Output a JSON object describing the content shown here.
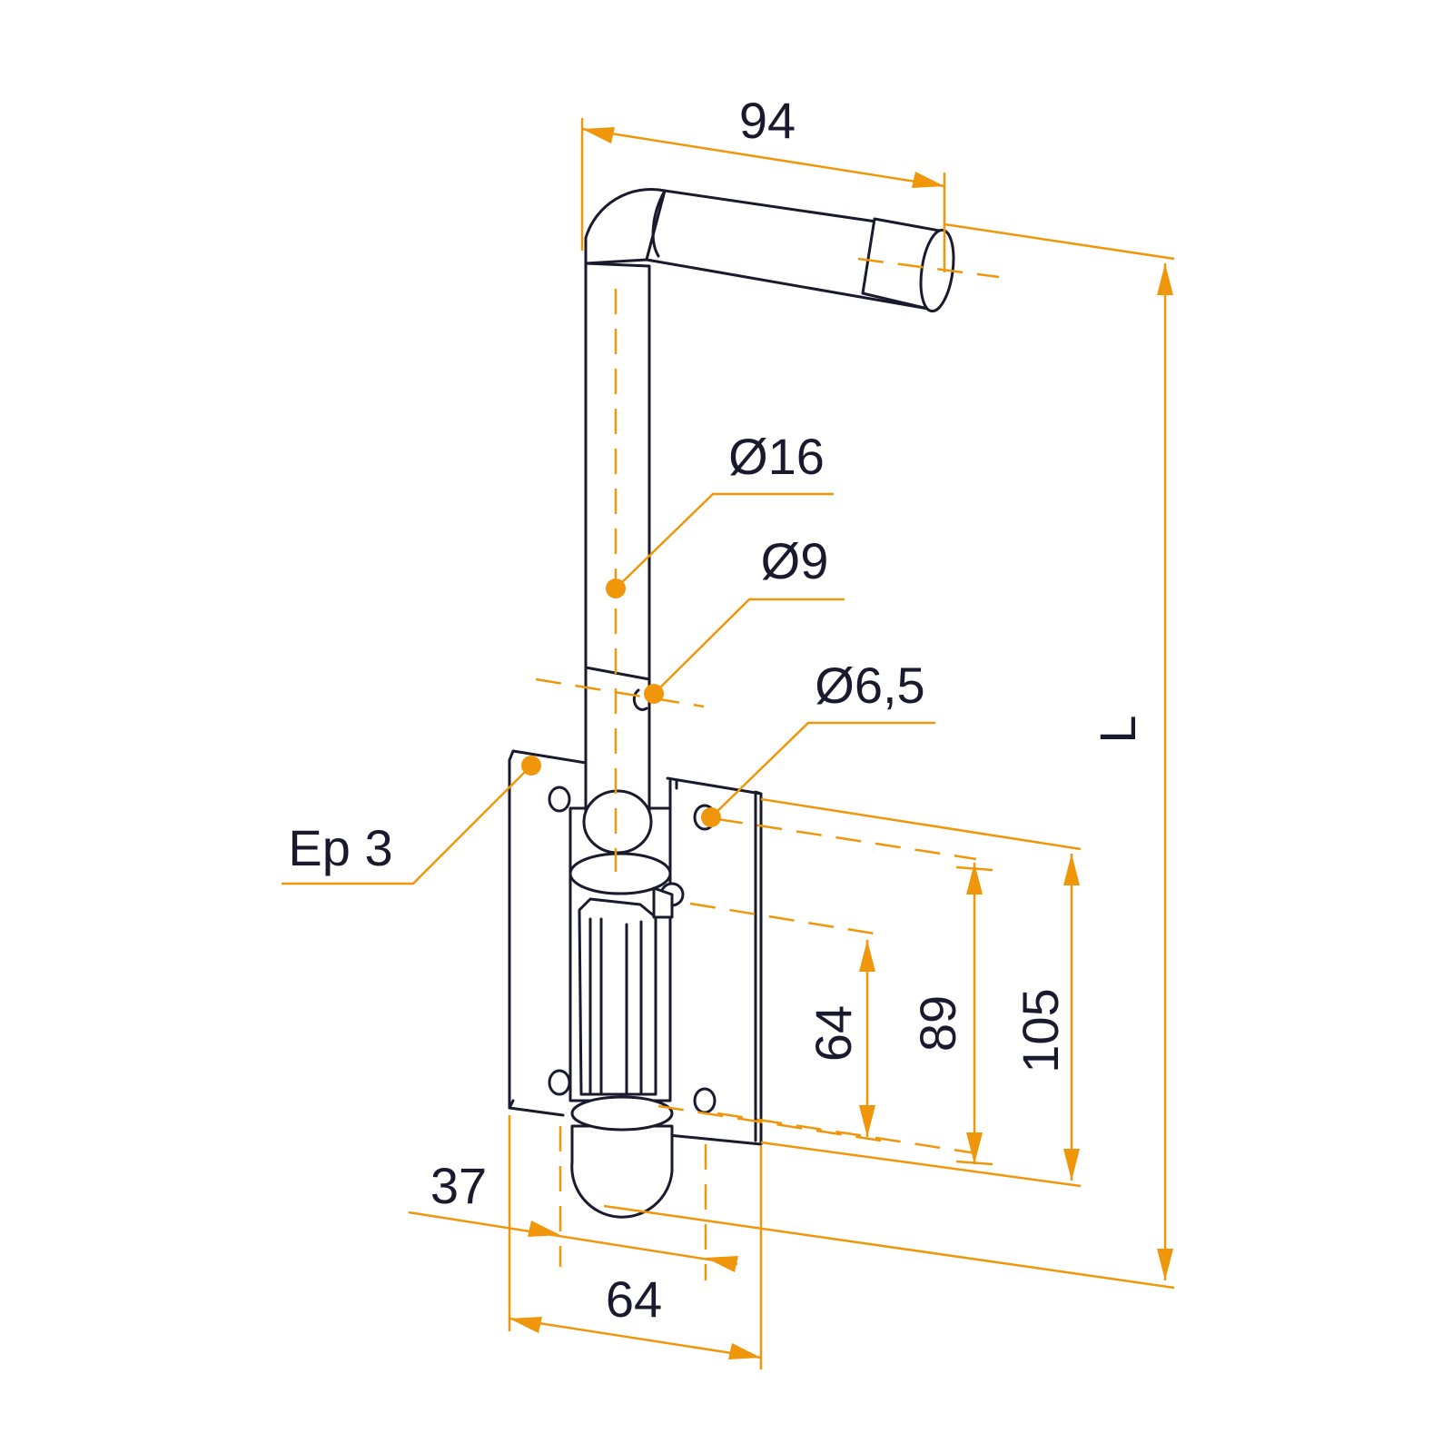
{
  "dimensions": {
    "arm_length": "94",
    "pin_diameter": "Ø16",
    "hole_diameter": "Ø9",
    "screw_hole_diameter": "Ø6,5",
    "plate_thickness": "Ep 3",
    "overall_length": "L",
    "inner_spacing": "64",
    "middle_spacing": "89",
    "outer_spacing": "105",
    "offset": "37",
    "plate_width": "64"
  },
  "colors": {
    "dimension_lines": "#f0960a",
    "object_lines": "#1a1a2e"
  }
}
